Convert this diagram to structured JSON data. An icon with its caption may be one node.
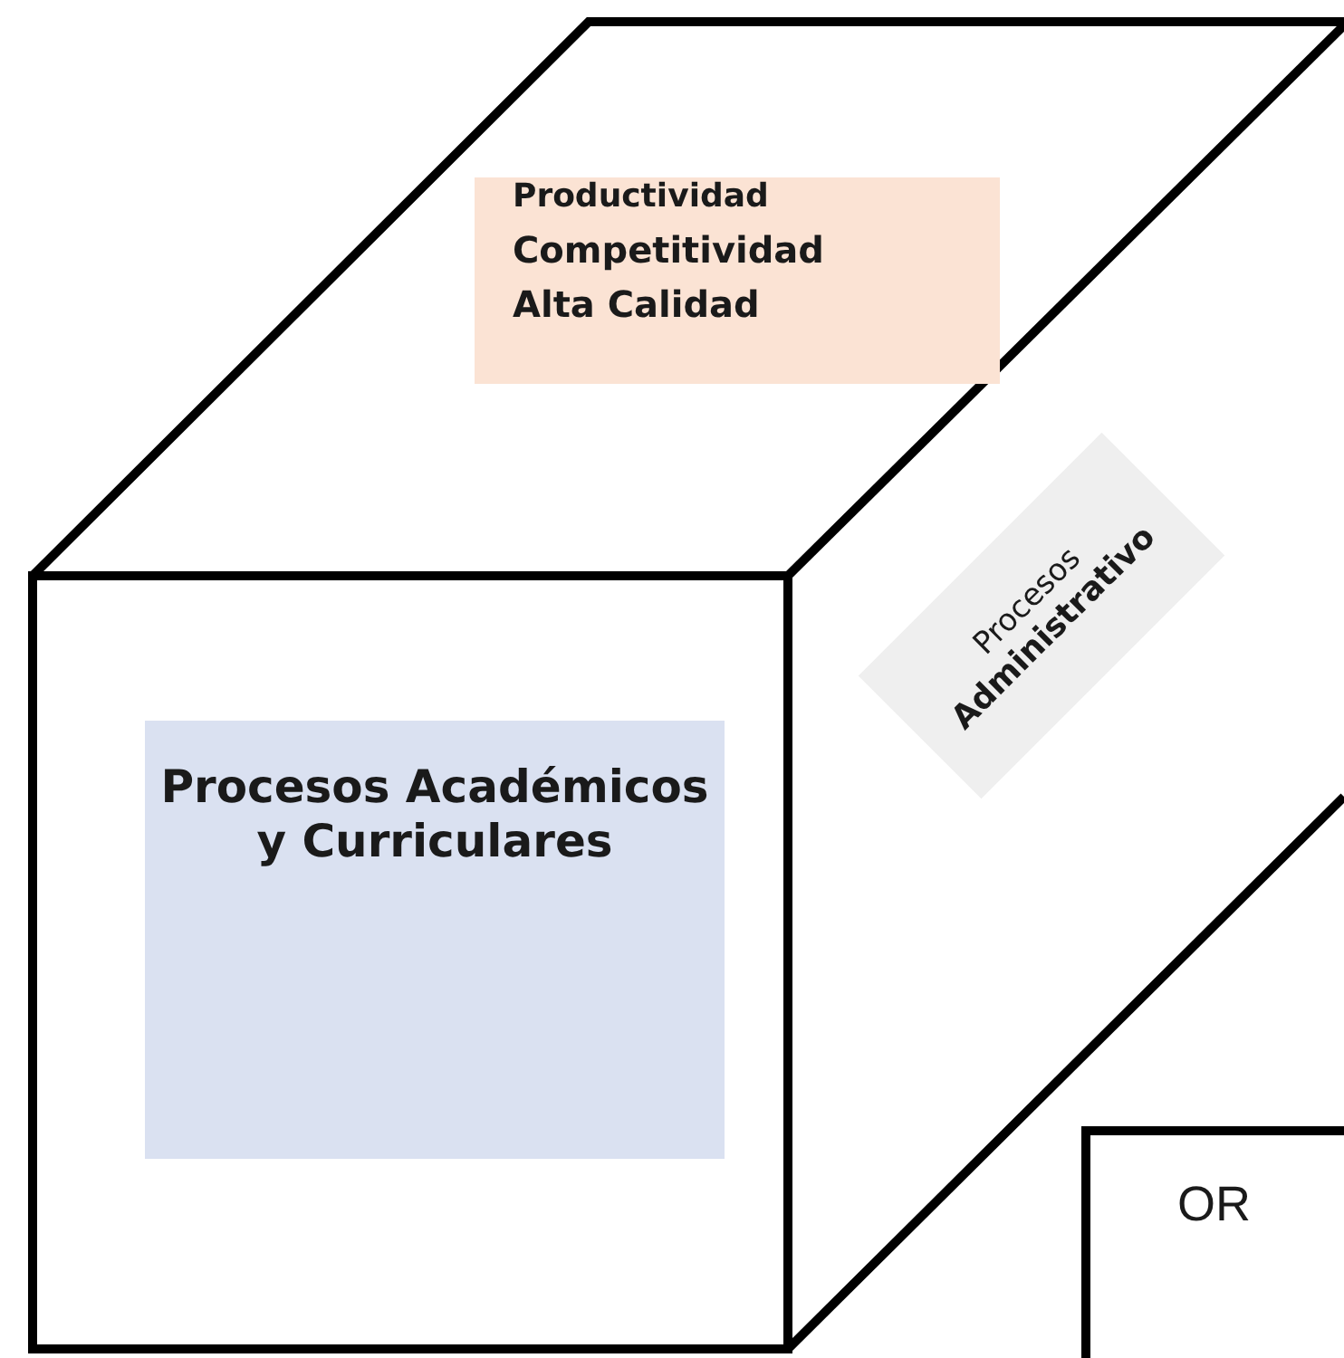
{
  "diagram": {
    "nodes": [
      {
        "text": [
          "Productividad",
          "Competitividad",
          "Alta Calidad"
        ]
      },
      {
        "text": [
          "Procesos Académicos y Curriculares"
        ]
      },
      {
        "text": [
          "Procesos",
          "Administrativo"
        ]
      },
      {
        "text": [
          "OR"
        ]
      }
    ]
  }
}
